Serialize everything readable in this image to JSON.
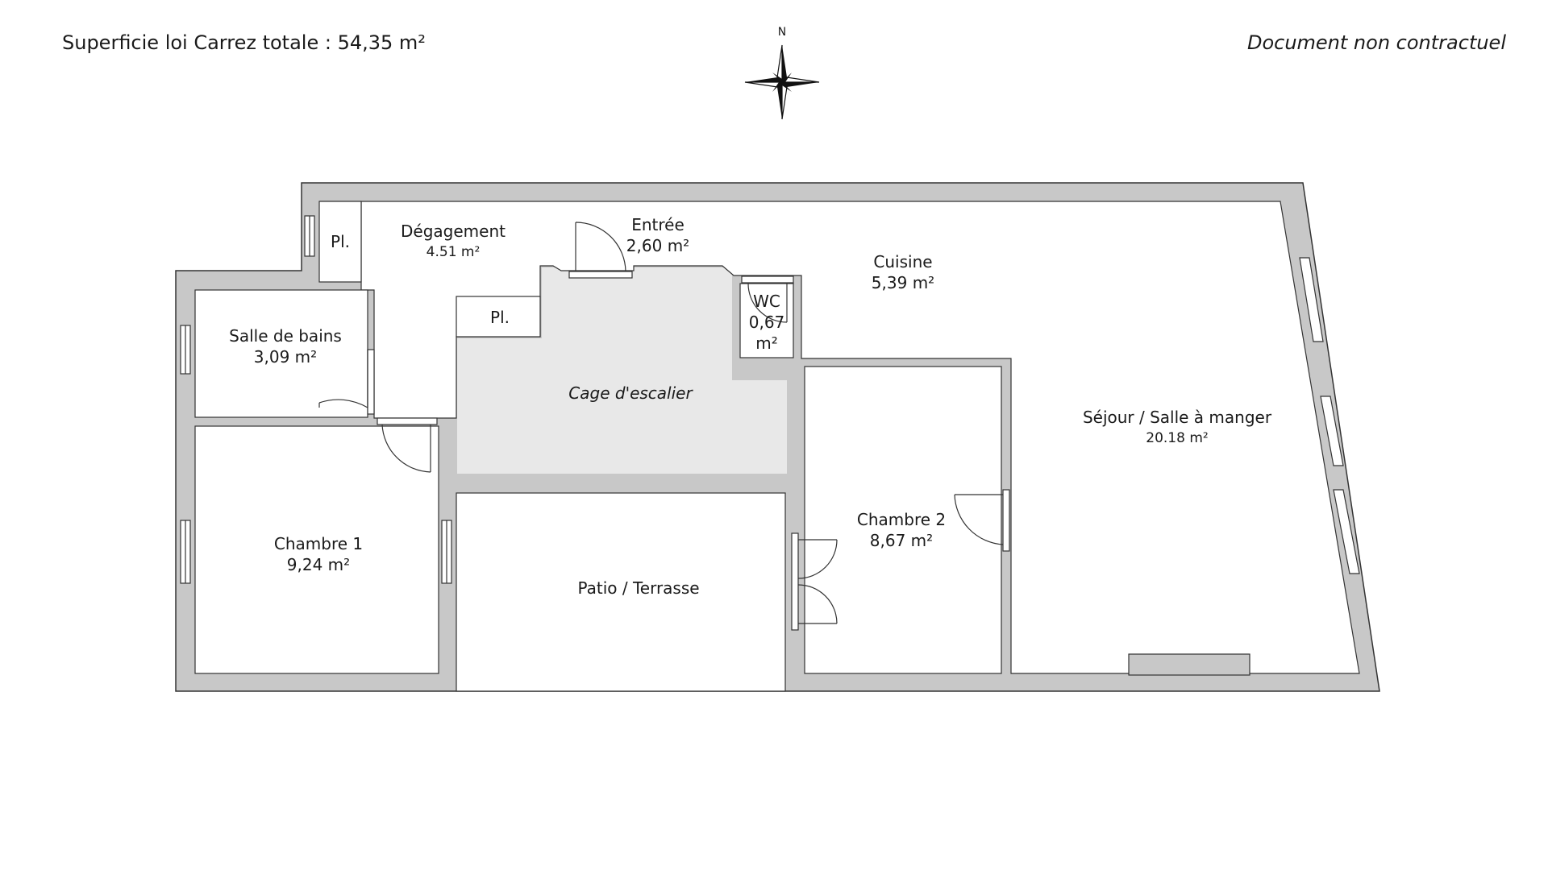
{
  "header": {
    "area_total": "Superficie loi Carrez totale :  54,35 m²",
    "disclaimer": "Document non contractuel",
    "compass_north": "N"
  },
  "rooms": {
    "degagement": {
      "name": "Dégagement",
      "area": "4.51 m²"
    },
    "entree": {
      "name": "Entrée",
      "area": "2,60 m²"
    },
    "cuisine": {
      "name": "Cuisine",
      "area": "5,39 m²"
    },
    "wc": {
      "name": "WC",
      "area_line1": "0,67",
      "area_line2": "m²"
    },
    "placard_1": {
      "name": "Pl."
    },
    "placard_2": {
      "name": "Pl."
    },
    "salle_de_bains": {
      "name": "Salle de bains",
      "area": "3,09 m²"
    },
    "cage_escalier": {
      "name": "Cage d'escalier"
    },
    "sejour": {
      "name": "Séjour / Salle à manger",
      "area": "20.18 m²"
    },
    "chambre_1": {
      "name": "Chambre 1",
      "area": "9,24 m²"
    },
    "chambre_2": {
      "name": "Chambre 2",
      "area": "8,67 m²"
    },
    "patio": {
      "name": "Patio / Terrasse"
    }
  },
  "colors": {
    "wall": "#c8c8c8",
    "wall_stroke": "#333333",
    "stair_fill": "#e8e8e8",
    "room_fill": "#ffffff"
  }
}
